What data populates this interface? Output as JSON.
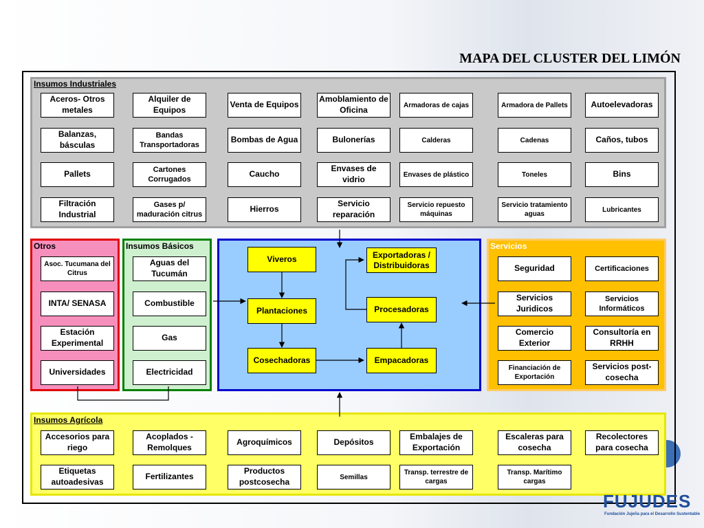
{
  "title": "MAPA DEL CLUSTER DEL LIMÓN",
  "logo": {
    "name": "FUJUDES",
    "subtitle": "Fundación Jujeña para el Desarrollo Sustentable"
  },
  "insumos_industriales": {
    "title": "Insumos Industriales",
    "items": [
      "Aceros- Otros metales",
      "Alquiler de Equipos",
      "Venta de Equipos",
      "Amoblamiento de Oficina",
      "Armadoras de cajas",
      "Armadora de Pallets",
      "Autoelevadoras",
      "Balanzas, básculas",
      "Bandas Transportadoras",
      "Bombas de Agua",
      "Bulonerías",
      "Calderas",
      "Cadenas",
      "Caños, tubos",
      "Pallets",
      "Cartones Corrugados",
      "Caucho",
      "Envases de vidrio",
      "Envases de plástico",
      "Toneles",
      "Bins",
      "Filtración Industrial",
      "Gases p/ maduración citrus",
      "Hierros",
      "Servicio reparación",
      "Servicio repuesto máquinas",
      "Servicio tratamiento aguas",
      "Lubricantes"
    ]
  },
  "otros": {
    "title": "Otros",
    "items": [
      "Asoc. Tucumana del Citrus",
      "INTA/ SENASA",
      "Estación Experimental",
      "Universidades"
    ]
  },
  "insumos_basicos": {
    "title": "Insumos Básicos",
    "items": [
      "Aguas del Tucumán",
      "Combustible",
      "Gas",
      "Electricidad"
    ]
  },
  "core": {
    "items": [
      "Viveros",
      "Plantaciones",
      "Cosechadoras",
      "Exportadoras / Distribuidoras",
      "Procesadoras",
      "Empacadoras"
    ]
  },
  "servicios": {
    "title": "Servicios",
    "items": [
      "Seguridad",
      "Certificaciones",
      "Servicios Juridicos",
      "Servicios Informáticos",
      "Comercio Exterior",
      "Consultoría en RRHH",
      "Financiación de Exportación",
      "Servicios post-cosecha"
    ]
  },
  "insumos_agricola": {
    "title": "Insumos Agrícola",
    "items": [
      "Accesorios para riego",
      "Acoplados - Remolques",
      "Agroquímicos",
      "Depósitos",
      "Embalajes de Exportación",
      "Escaleras para cosecha",
      "Recolectores para cosecha",
      "Etiquetas autoadesivas",
      "Fertilizantes",
      "Productos postcosecha",
      "Semillas",
      "Transp. terrestre de cargas",
      "Transp. Marítimo cargas"
    ]
  },
  "colors": {
    "gray_panel": "#c9c9c9",
    "pink_panel": "#f78fbd",
    "green_panel": "#cff0cf",
    "blue_panel": "#99ccff",
    "orange_panel": "#ffc000",
    "yellow_panel": "#ffff66",
    "core_box": "#ffff00"
  }
}
